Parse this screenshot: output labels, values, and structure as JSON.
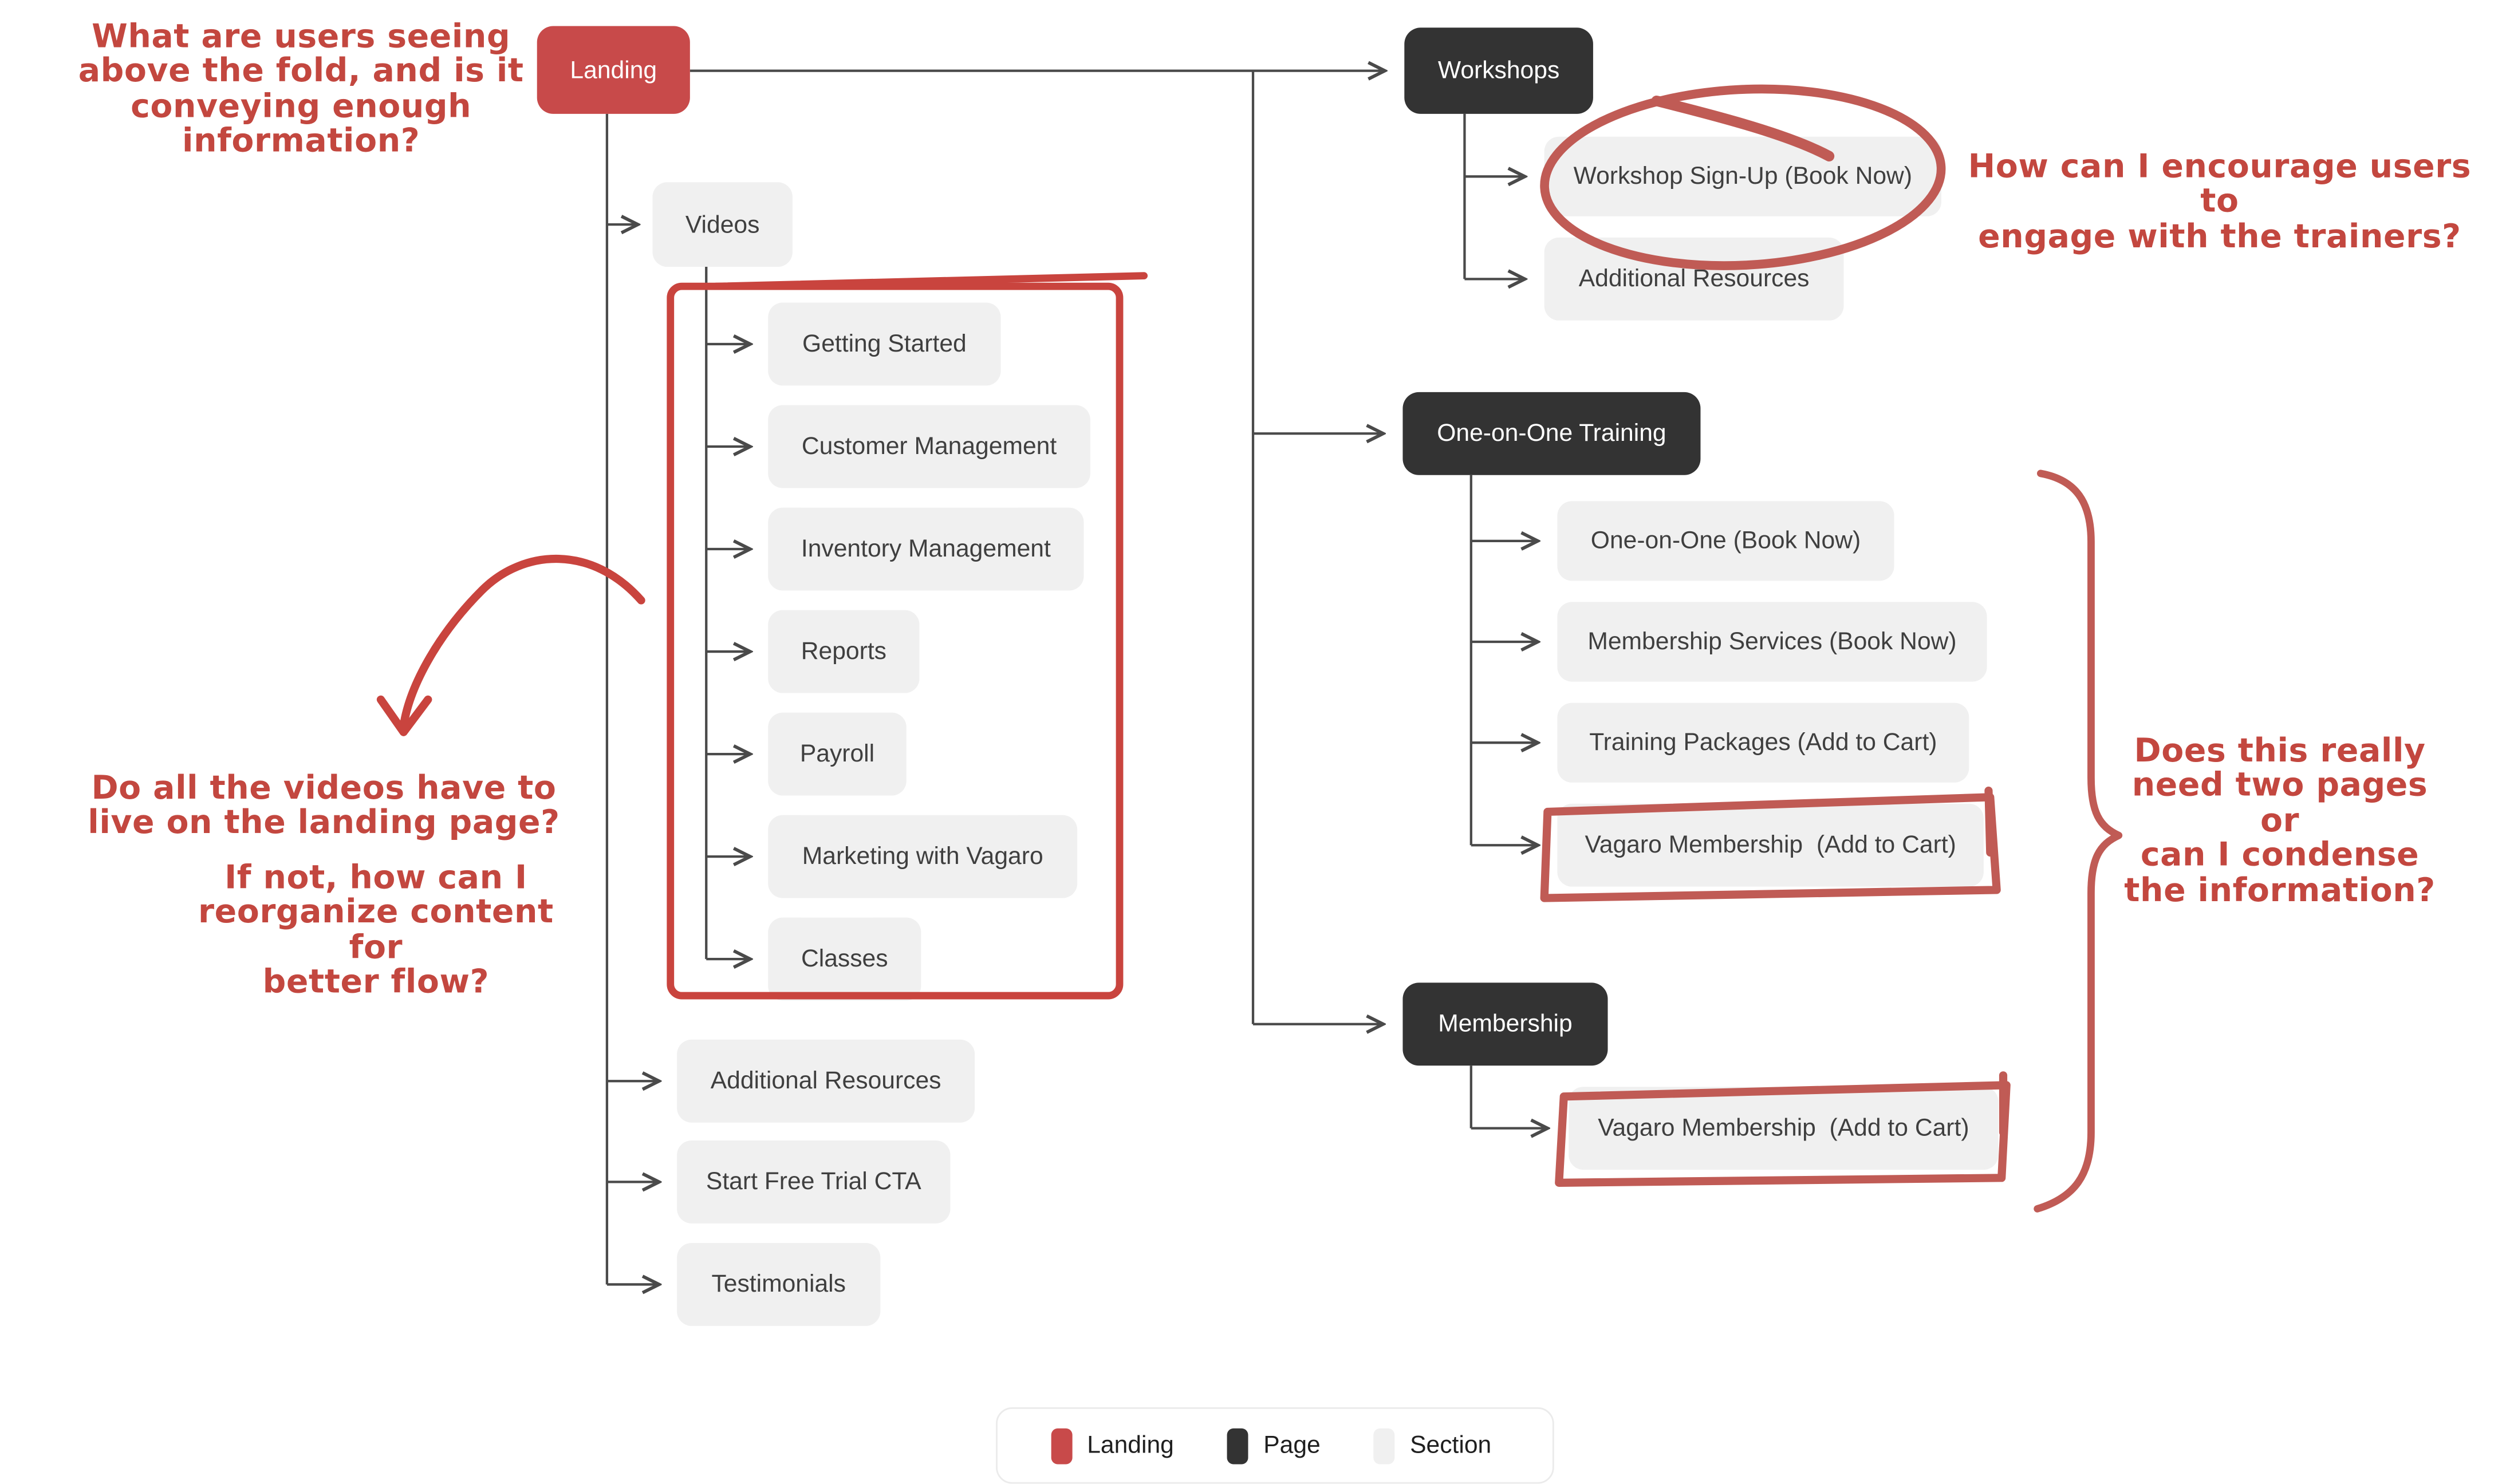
{
  "palette": {
    "landing": "#C84A4A",
    "page": "#333333",
    "section": "#F0F0F0",
    "section_text": "#3F3F3F",
    "page_text": "#FFFFFF",
    "connector": "#4A4A4A",
    "annotation": "#C3473F",
    "ink": "#C9443E",
    "shape": "#C05B55"
  },
  "nodes": {
    "landing": {
      "label": "Landing"
    },
    "videos": {
      "label": "Videos",
      "children": [
        "Getting Started",
        "Customer Management",
        "Inventory Management",
        "Reports",
        "Payroll",
        "Marketing with Vagaro",
        "Classes"
      ]
    },
    "landing_sections": [
      "Additional Resources",
      "Start Free Trial CTA",
      "Testimonials"
    ],
    "workshops": {
      "label": "Workshops",
      "children": [
        "Workshop Sign-Up (Book Now)",
        "Additional Resources"
      ]
    },
    "one_on_one": {
      "label": "One-on-One Training",
      "children": [
        "One-on-One (Book Now)",
        "Membership Services (Book Now)",
        "Training Packages (Add to Cart)",
        "Vagaro Membership  (Add to Cart)"
      ]
    },
    "membership": {
      "label": "Membership",
      "children": [
        "Vagaro Membership  (Add to Cart)"
      ]
    }
  },
  "annotations": {
    "above_fold": "What are users seeing\nabove the fold, and is it\nconveying enough\ninformation?",
    "engage_trainers": "How can I encourage users to\nengage with the trainers?",
    "videos_question": "Do all the videos have to\nlive on the landing page?",
    "videos_followup": "If not, how can I\nreorganize content for\nbetter flow?",
    "two_pages": "Does this really\nneed two pages or\ncan I condense\nthe information?"
  },
  "legend": {
    "items": [
      {
        "label": "Landing",
        "color": "#C84A4A"
      },
      {
        "label": "Page",
        "color": "#333333"
      },
      {
        "label": "Section",
        "color": "#F0F0F0"
      }
    ]
  }
}
